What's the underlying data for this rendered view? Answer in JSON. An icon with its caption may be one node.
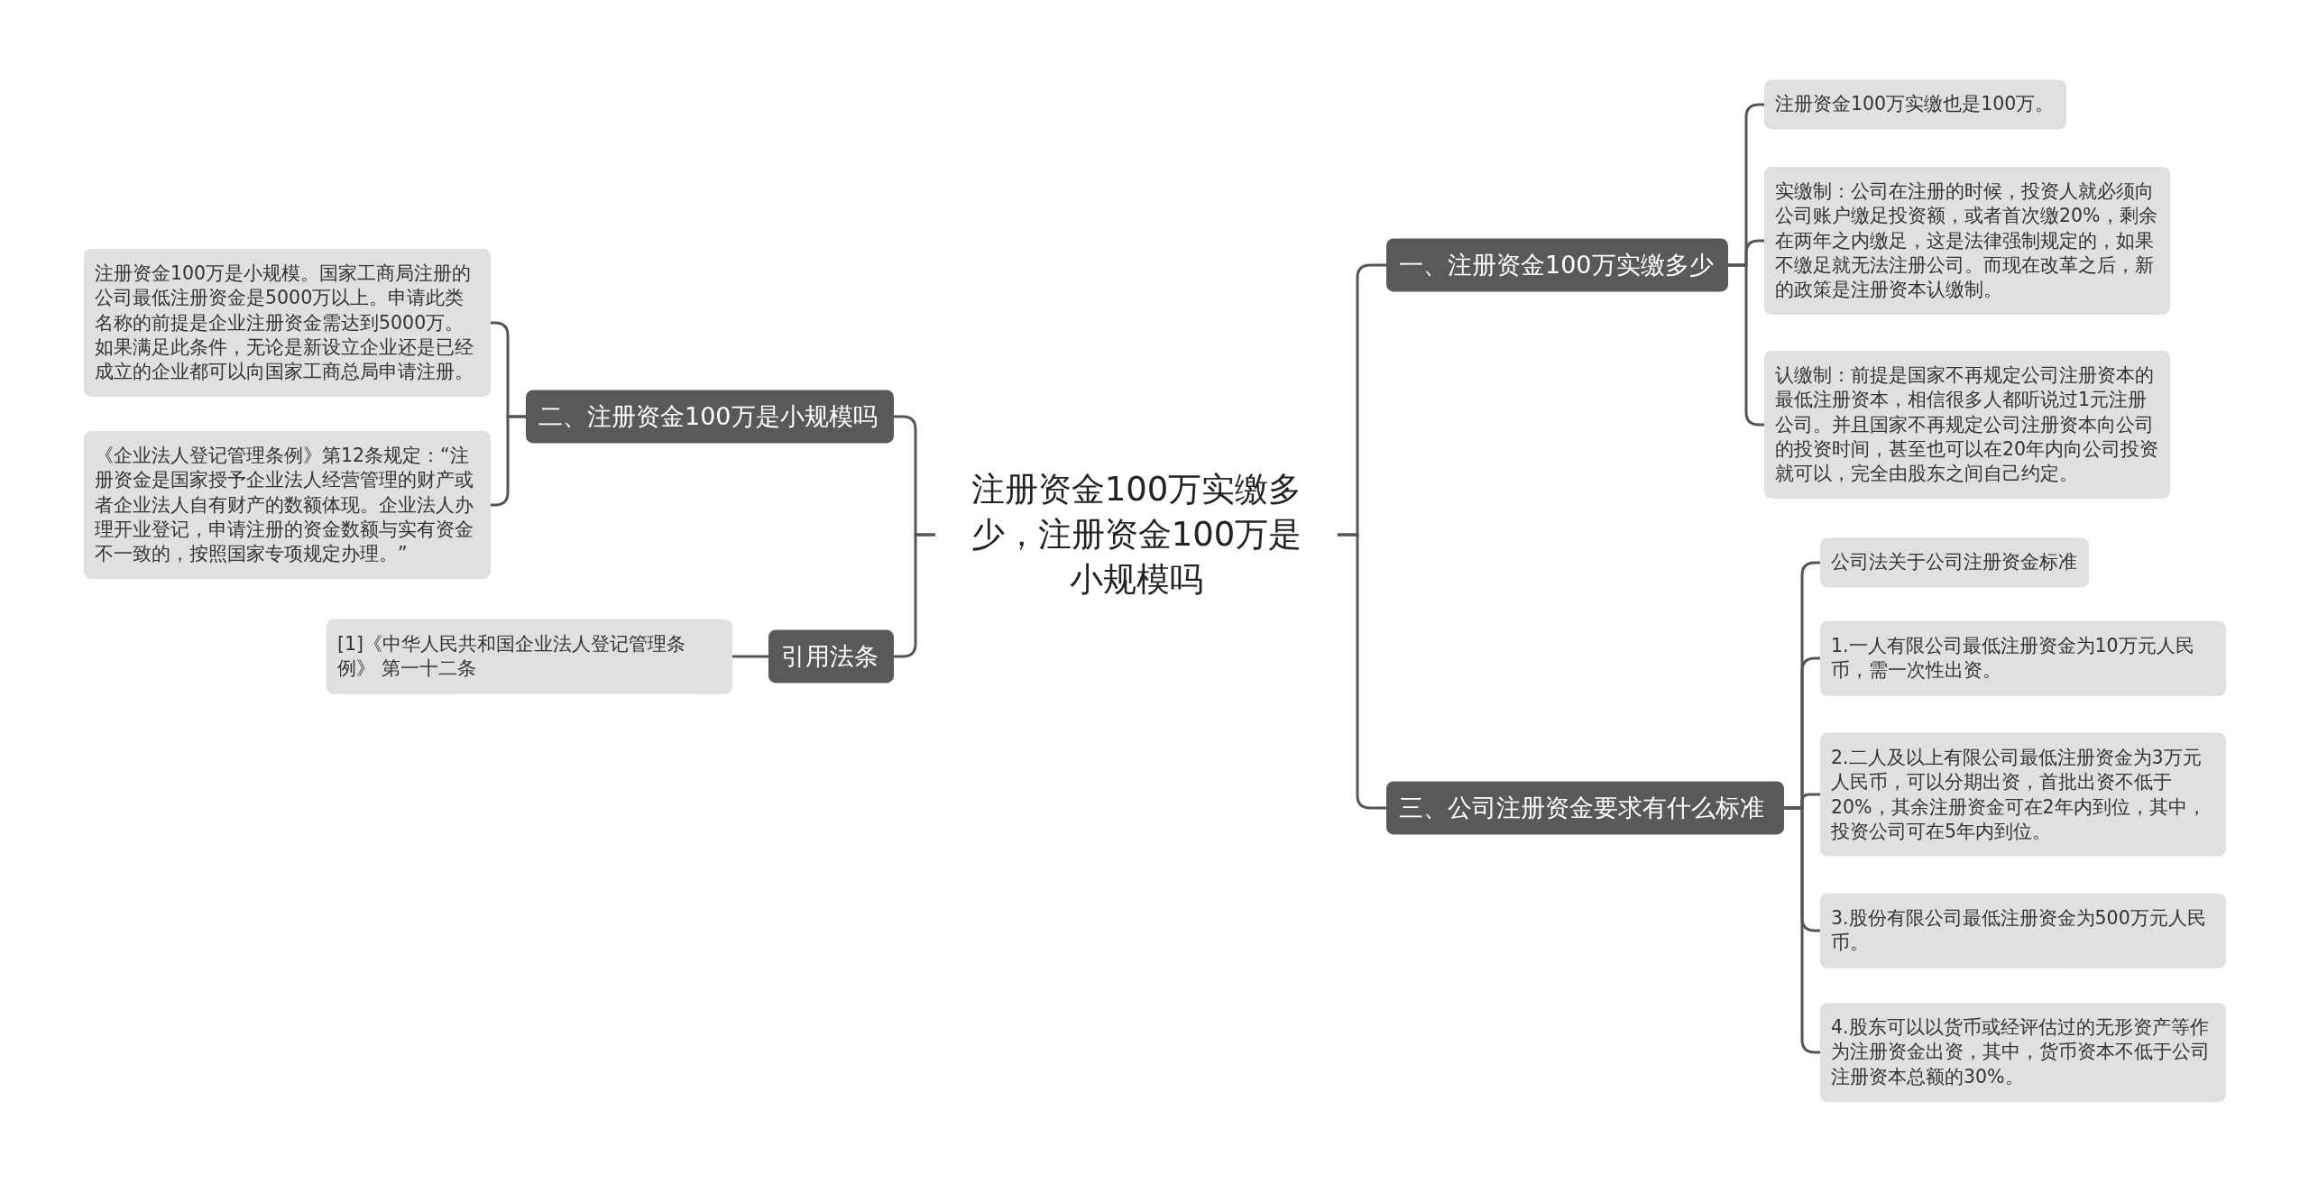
{
  "diagram": {
    "nodes": [
      {
        "text": [
          "注册资金100万实缴多少，注册资金100万是小规模吗"
        ]
      },
      {
        "text": [
          "二、注册资金100万是小规模吗"
        ]
      },
      {
        "text": [
          "注册资金100万是小规模。国家工商局注册的公司最低注册资金是5000万以上。申请此类名称的前提是企业注册资金需达到5000万。如果满足此条件，无论是新设立企业还是已经成立的企业都可以向国家工商总局申请注册。"
        ]
      },
      {
        "text": [
          "《企业法人登记管理条例》第12条规定：“注册资金是国家授予企业法人经营管理的财产或者企业法人自有财产的数额体现。企业法人办理开业登记，申请注册的资金数额与实有资金不一致的，按照国家专项规定办理。”"
        ]
      },
      {
        "text": [
          "引用法条"
        ]
      },
      {
        "text": [
          "[1]《中华人民共和国企业法人登记管理条例》 第一十二条"
        ]
      },
      {
        "text": [
          "一、注册资金100万实缴多少"
        ]
      },
      {
        "text": [
          "注册资金100万实缴也是100万。"
        ]
      },
      {
        "text": [
          "实缴制：公司在注册的时候，投资人就必须向公司账户缴足投资额，或者首次缴20%，剩余在两年之内缴足，这是法律强制规定的，如果不缴足就无法注册公司。而现在改革之后，新的政策是注册资本认缴制。"
        ]
      },
      {
        "text": [
          "认缴制：前提是国家不再规定公司注册资本的最低注册资本，相信很多人都听说过1元注册公司。并且国家不再规定公司注册资本向公司的投资时间，甚至也可以在20年内向公司投资就可以，完全由股东之间自己约定。"
        ]
      },
      {
        "text": [
          "三、公司注册资金要求有什么标准"
        ]
      },
      {
        "text": [
          "公司法关于公司注册资金标准"
        ]
      },
      {
        "text": [
          "1.一人有限公司最低注册资金为10万元人民币，需一次性出资。"
        ]
      },
      {
        "text": [
          "2.二人及以上有限公司最低注册资金为3万元人民币，可以分期出资，首批出资不低于20%，其余注册资金可在2年内到位，其中，投资公司可在5年内到位。"
        ]
      },
      {
        "text": [
          "3.股份有限公司最低注册资金为500万元人民币。"
        ]
      },
      {
        "text": [
          "4.股东可以以货币或经评估过的无形资产等作为注册资金出资，其中，货币资本不低于公司注册资本总额的30%。"
        ]
      }
    ],
    "edges": [
      {
        "from": 0,
        "to": 1,
        "arrow": "none"
      },
      {
        "from": 0,
        "to": 4,
        "arrow": "none"
      },
      {
        "from": 0,
        "to": 6,
        "arrow": "none"
      },
      {
        "from": 0,
        "to": 10,
        "arrow": "none"
      },
      {
        "from": 1,
        "to": 2,
        "arrow": "none"
      },
      {
        "from": 1,
        "to": 3,
        "arrow": "none"
      },
      {
        "from": 4,
        "to": 5,
        "arrow": "none"
      },
      {
        "from": 6,
        "to": 7,
        "arrow": "none"
      },
      {
        "from": 6,
        "to": 8,
        "arrow": "none"
      },
      {
        "from": 6,
        "to": 9,
        "arrow": "none"
      },
      {
        "from": 10,
        "to": 11,
        "arrow": "none"
      },
      {
        "from": 10,
        "to": 12,
        "arrow": "none"
      },
      {
        "from": 10,
        "to": 13,
        "arrow": "none"
      },
      {
        "from": 10,
        "to": 14,
        "arrow": "none"
      },
      {
        "from": 10,
        "to": 15,
        "arrow": "none"
      }
    ]
  }
}
